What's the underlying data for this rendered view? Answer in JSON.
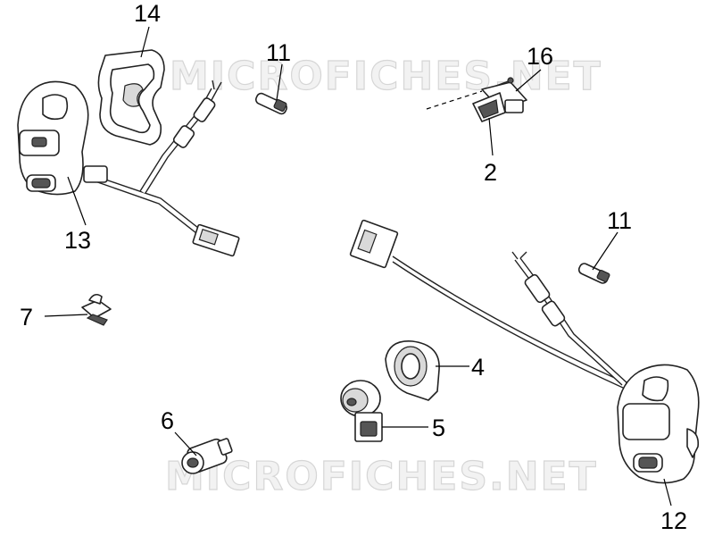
{
  "watermark": "MICROFICHES.NET",
  "callouts": [
    {
      "id": "14",
      "label": "14"
    },
    {
      "id": "11a",
      "label": "11"
    },
    {
      "id": "16",
      "label": "16"
    },
    {
      "id": "2",
      "label": "2"
    },
    {
      "id": "13",
      "label": "13"
    },
    {
      "id": "11b",
      "label": "11"
    },
    {
      "id": "7",
      "label": "7"
    },
    {
      "id": "4",
      "label": "4"
    },
    {
      "id": "5",
      "label": "5"
    },
    {
      "id": "6",
      "label": "6"
    },
    {
      "id": "12",
      "label": "12"
    }
  ]
}
